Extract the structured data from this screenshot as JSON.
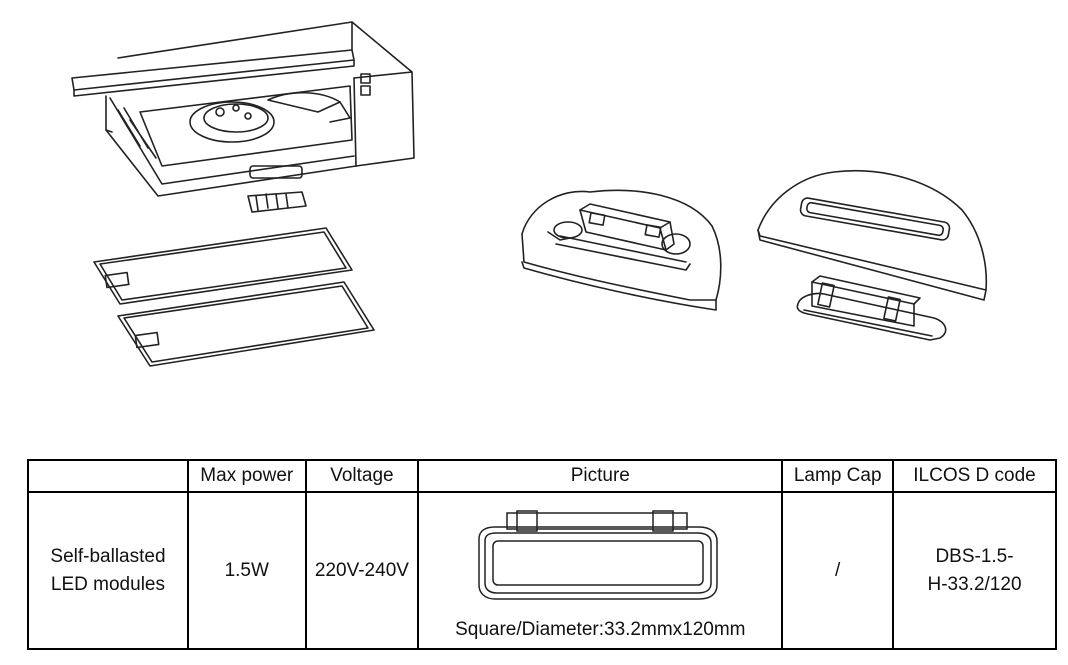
{
  "table": {
    "headers": [
      "",
      "Max power",
      "Voltage",
      "Picture",
      "Lamp Cap",
      "ILCOS D code"
    ],
    "row": {
      "type": "Self-ballasted\nLED modules",
      "max_power": "1.5W",
      "voltage": "220V-240V",
      "picture_caption": "Square/Diameter:33.2mmx120mm",
      "lamp_cap": "/",
      "ilcos": "DBS-1.5-\nH-33.2/120"
    }
  },
  "illustrations": [
    "range-hood-exploded-view",
    "led-module-installed-detail",
    "led-module-removed-detail"
  ]
}
